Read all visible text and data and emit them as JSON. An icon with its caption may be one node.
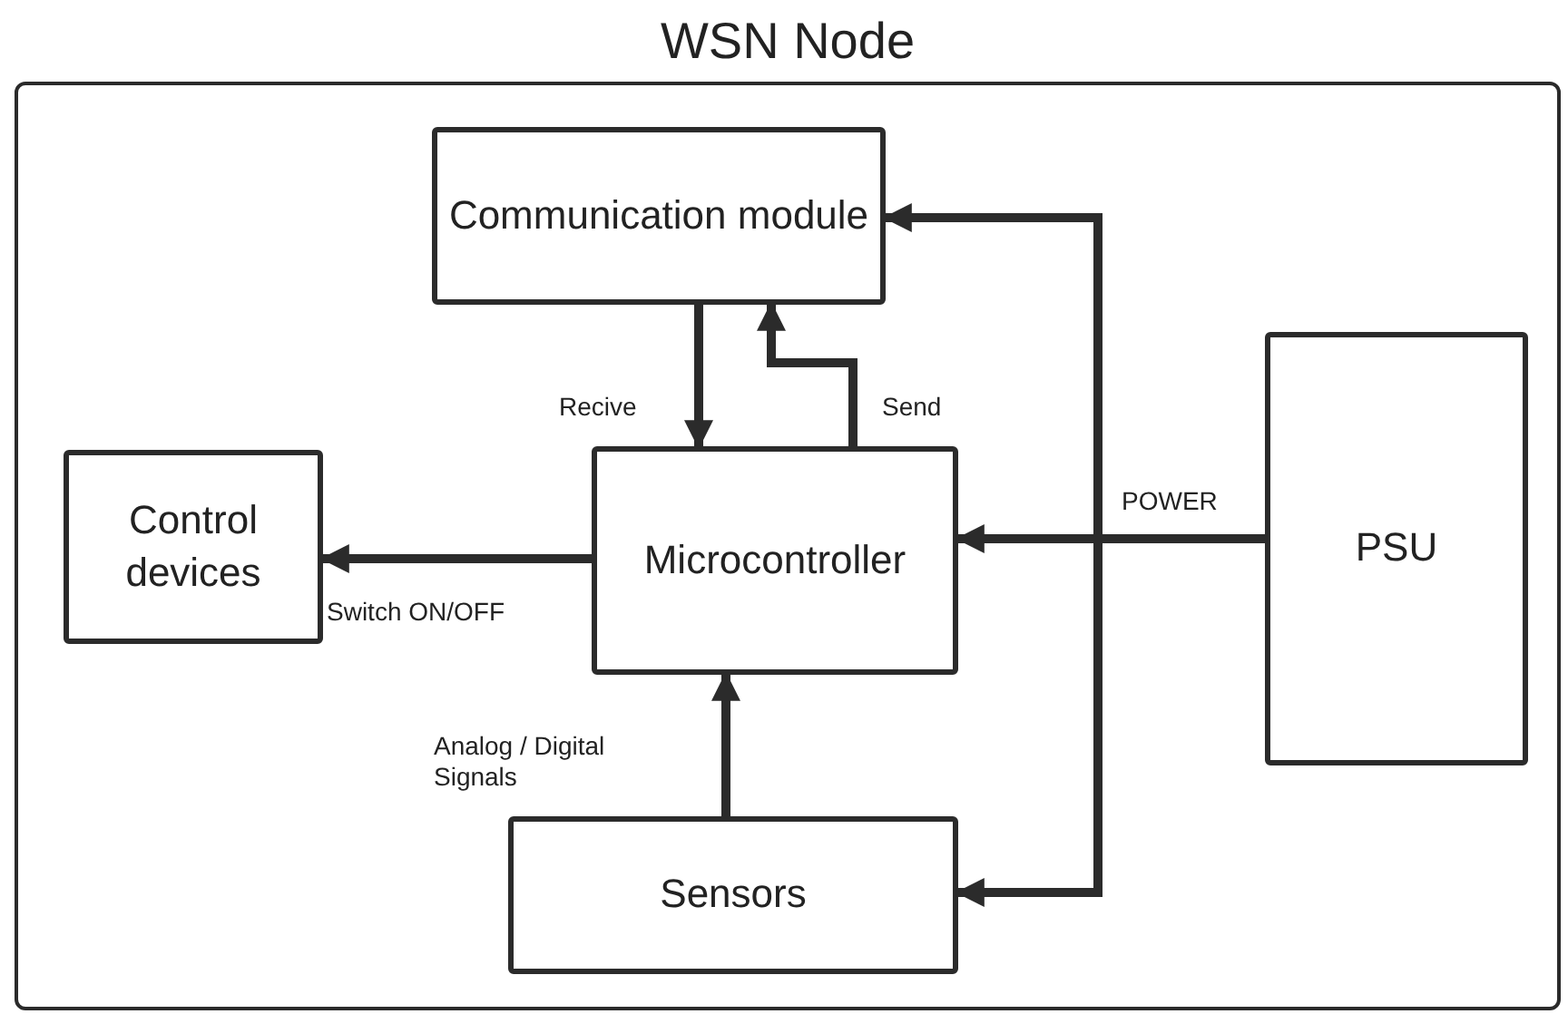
{
  "diagram": {
    "nodes": [
      {
        "text": [
          "WSN Node"
        ]
      },
      {
        "text": [
          "Communication module"
        ],
        "in": 0
      },
      {
        "text": [
          "Control devices"
        ],
        "in": 0
      },
      {
        "text": [
          "Microcontroller"
        ],
        "in": 0
      },
      {
        "text": [
          "PSU"
        ],
        "in": 0
      },
      {
        "text": [
          "Sensors"
        ],
        "in": 0
      }
    ],
    "edges": [
      {
        "from": 1,
        "to": 3,
        "arrow": "to",
        "label": "Recive"
      },
      {
        "from": 3,
        "to": 1,
        "arrow": "to",
        "label": "Send"
      },
      {
        "from": 3,
        "to": 2,
        "arrow": "to",
        "label": "Switch ON/OFF"
      },
      {
        "from": 4,
        "to": 3,
        "arrow": "to",
        "label": "POWER"
      },
      {
        "from": 4,
        "to": 1,
        "arrow": "to"
      },
      {
        "from": 4,
        "to": 5,
        "arrow": "to"
      },
      {
        "from": 5,
        "to": 3,
        "arrow": "to",
        "label": "Analog / Digital Signals"
      }
    ]
  }
}
